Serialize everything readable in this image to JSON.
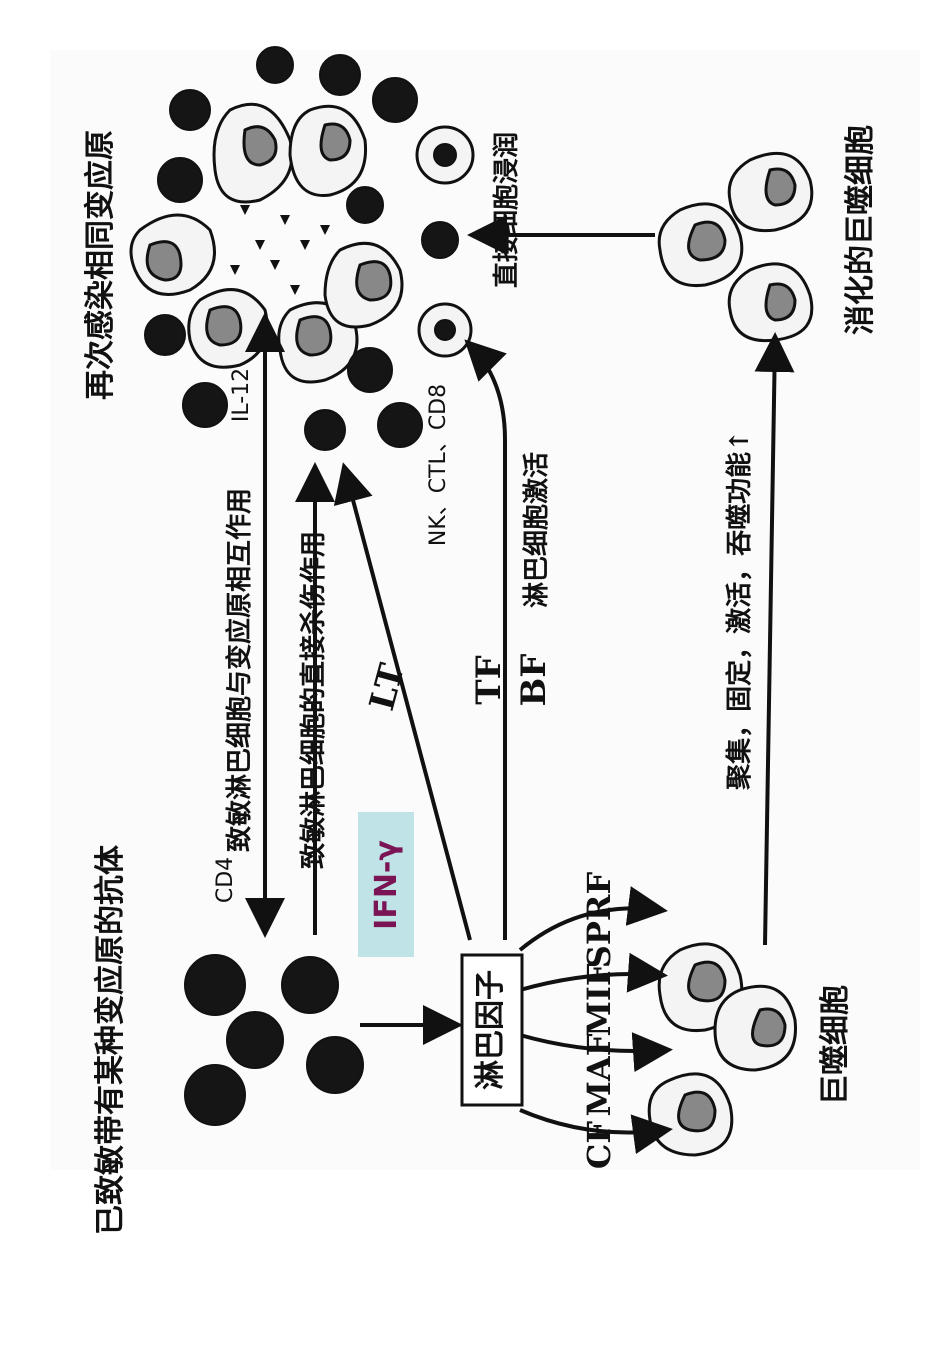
{
  "diagram": {
    "labels": {
      "sensitized_cells": "已致敏带有某种变应原的抗体",
      "rechallenge": "再次感染相同变应原",
      "cd4": "CD4",
      "il12": "IL-12",
      "nk_ctl_cd8": "NK、CTL、CD8",
      "lymphokine": "淋巴因子",
      "interaction": "致敏淋巴细胞与变应原相互作用",
      "cytotoxic": "致敏淋巴细胞的直接杀伤作用",
      "lt": "LT",
      "tf": "TF",
      "bf": "BF",
      "lymph_activation": "淋巴细胞激活",
      "cf": "CF",
      "maf": "MAF",
      "mif": "MIF",
      "sprf": "SPRF",
      "macrophage": "巨噬细胞",
      "aggregation": "聚集，固定，激活，吞噬功能↑",
      "recruit": "直接细胞浸润",
      "digested": "消化的巨噬细胞",
      "ifn": "IFN-γ"
    },
    "colors": {
      "ifn_box": "#bfe3e6",
      "ifn_text": "#7a1454"
    }
  }
}
